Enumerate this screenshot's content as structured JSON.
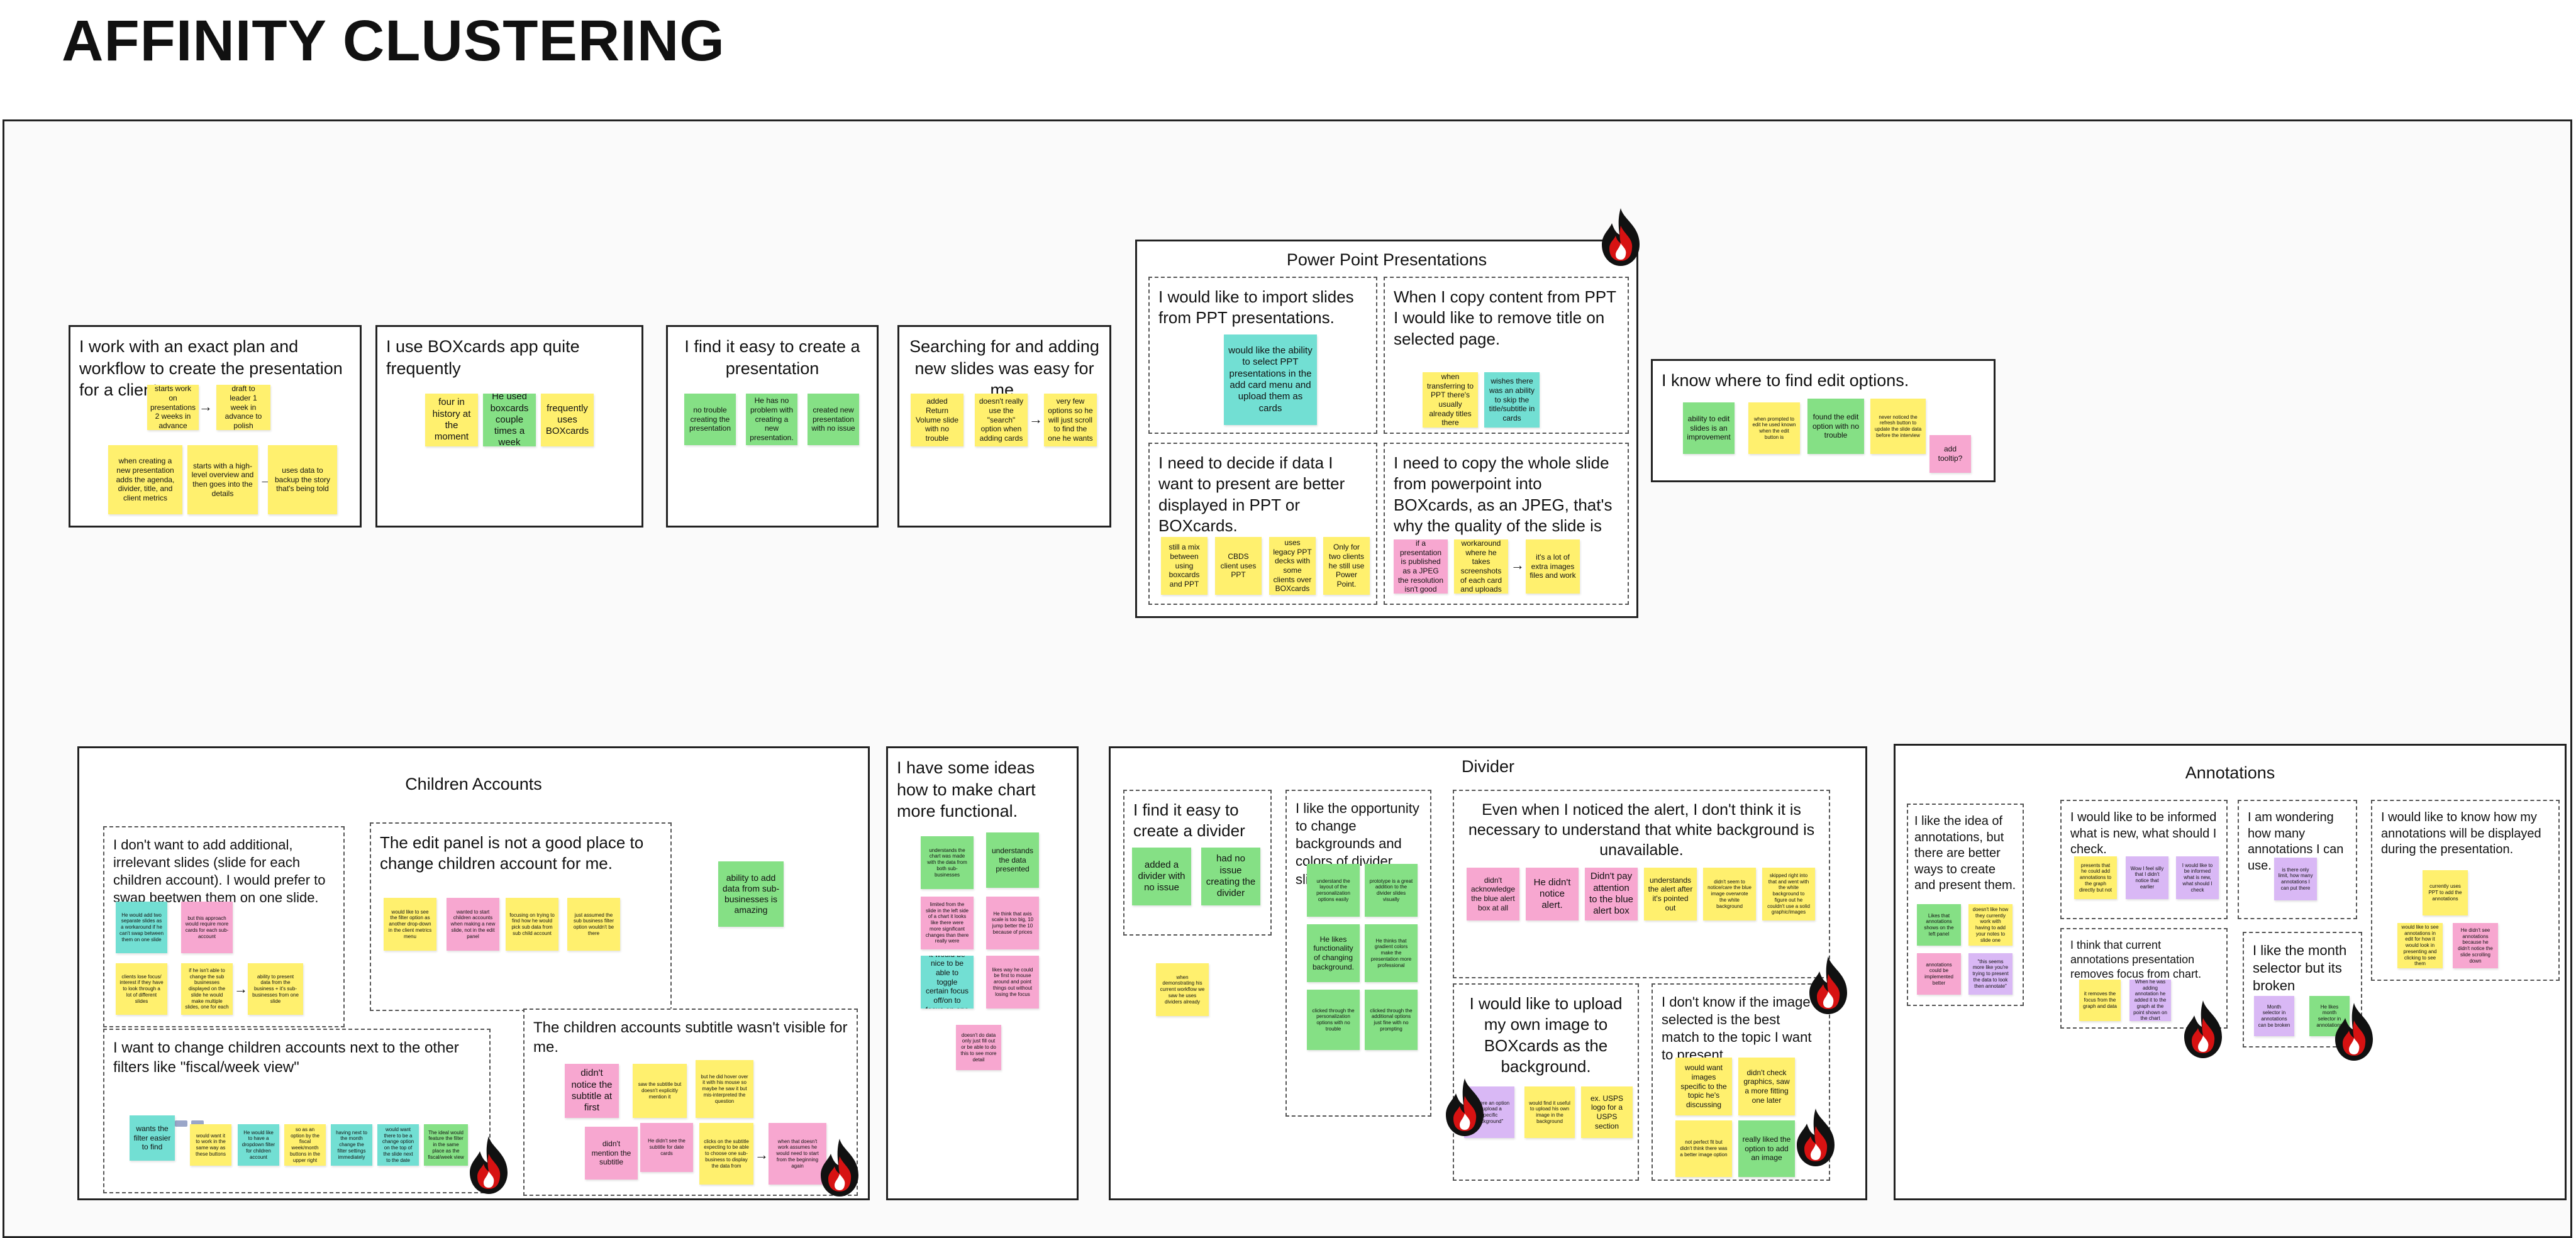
{
  "page_title": "AFFINITY CLUSTERING",
  "frames": [
    {
      "id": "exact-plan",
      "title": "I work with an exact plan and workflow to create the presentation for a client.",
      "stickies": [
        {
          "text": "starts work on presentations 2 weeks in advance",
          "color": "yellow"
        },
        {
          "text": "presents a draft to leader 1 week in advance to polish everything up",
          "color": "yellow"
        },
        {
          "text": "when creating a new presentation adds the agenda, divider, title, and client metrics",
          "color": "yellow"
        },
        {
          "text": "starts with a high-level overview and then goes into the details",
          "color": "yellow"
        },
        {
          "text": "uses data to backup the story that's being told",
          "color": "yellow"
        }
      ]
    },
    {
      "id": "boxcards-app",
      "title": "I use BOXcards app quite frequently",
      "stickies": [
        {
          "text": "four in history at the moment",
          "color": "yellow"
        },
        {
          "text": "He used boxcards couple times a week",
          "color": "green"
        },
        {
          "text": "frequently uses BOXcards",
          "color": "yellow"
        }
      ]
    },
    {
      "id": "easy-create",
      "title": "I find it easy to create a presentation",
      "stickies": [
        {
          "text": "no trouble creating the presentation",
          "color": "green"
        },
        {
          "text": "He has no problem with creating a new presentation.",
          "color": "green"
        },
        {
          "text": "created new presentation with no issue",
          "color": "green"
        }
      ]
    },
    {
      "id": "searching",
      "title": "Searching for and adding new slides was easy for me.",
      "stickies": [
        {
          "text": "added Return Volume slide with no trouble",
          "color": "yellow"
        },
        {
          "text": "doesn't really use the \"search\" option when adding cards",
          "color": "yellow"
        },
        {
          "text": "very few options so he will just scroll to find the one he wants",
          "color": "yellow"
        }
      ]
    },
    {
      "id": "ppt",
      "title": "Power Point Presentations",
      "groups": [
        {
          "title": "I would like to import slides from PPT presentations.",
          "stickies": [
            {
              "text": "would like the ability to select PPT presentations in the add card menu and upload them as cards",
              "color": "teal"
            }
          ]
        },
        {
          "title": "When I copy content from PPT I would like to remove title on selected page.",
          "stickies": [
            {
              "text": "when transferring to PPT there's usually already titles there",
              "color": "yellow"
            },
            {
              "text": "wishes there was an ability to skip the title/subtitle in cards",
              "color": "teal"
            }
          ]
        },
        {
          "title": "I need to decide if data I want to present are better displayed in PPT or BOXcards.",
          "stickies": [
            {
              "text": "still a mix between using boxcards and PPT",
              "color": "yellow"
            },
            {
              "text": "CBDS client uses PPT",
              "color": "yellow"
            },
            {
              "text": "uses legacy PPT decks with some clients over BOXcards",
              "color": "yellow"
            },
            {
              "text": "Only for two clients he still use Power Point.",
              "color": "yellow"
            }
          ]
        },
        {
          "title": "I need to copy the whole slide from powerpoint into BOXcards, as an JPEG, that's why the quality of the slide is bad",
          "stickies": [
            {
              "text": "if a presentation is published as a JPEG the resolution isn't good",
              "color": "pink"
            },
            {
              "text": "has a workaround where he takes screenshots of each card and uploads those",
              "color": "yellow"
            },
            {
              "text": "it's a lot of extra images files and work",
              "color": "yellow"
            }
          ]
        }
      ]
    },
    {
      "id": "edit-options",
      "title": "I know where to find edit options.",
      "stickies": [
        {
          "text": "ability to edit slides is an improvement",
          "color": "green"
        },
        {
          "text": "when prompted to edit he used known when the edit button is",
          "color": "yellow"
        },
        {
          "text": "found the edit option with no trouble",
          "color": "green"
        },
        {
          "text": "never noticed the refresh button to update the slide data before the interview",
          "color": "yellow"
        },
        {
          "text": "add tooltip?",
          "color": "pink"
        }
      ]
    },
    {
      "id": "children",
      "title": "Children Accounts",
      "groups": [
        {
          "title": "I don't want to add additional, irrelevant slides (slide for each children account). I would prefer to swap beetwen them on one slide.",
          "stickies": [
            {
              "text": "He would add two separate slides as a workaround if he can't swap between them on one slide",
              "color": "teal"
            },
            {
              "text": "but this approach would require more cards for each sub-account",
              "color": "pink"
            },
            {
              "text": "clients lose focus/ interest if they have to look through a lot of different slides",
              "color": "yellow"
            },
            {
              "text": "if he isn't able to change the sub businesses displayed on the slide he would make multiple slides, one for each",
              "color": "yellow"
            },
            {
              "text": "ability to present data from the business + it's sub-businesses from one slide",
              "color": "yellow"
            }
          ]
        },
        {
          "title": "The edit panel is not a good place to change children account for me.",
          "stickies": [
            {
              "text": "would like to see the filter option as another drop-down in the client metrics menu",
              "color": "yellow"
            },
            {
              "text": "wanted to start children accounts when making a new slide, not in the edit panel",
              "color": "pink"
            },
            {
              "text": "focusing on trying to find how he would pick sub data from sub child account",
              "color": "yellow"
            },
            {
              "text": "just assumed the sub business filter option wouldn't be there",
              "color": "yellow"
            }
          ]
        },
        {
          "title": "I want to change children accounts next to the other filters like \"fiscal/week view\"",
          "stickies": [
            {
              "text": "wants the filter easier to find",
              "color": "teal"
            },
            {
              "text": "would want it to work in the same way as these buttons",
              "color": "yellow"
            },
            {
              "text": "He would like to have a dropdown filter for children account",
              "color": "teal"
            },
            {
              "text": "so as an option by the fiscal week/month buttons in the upper right",
              "color": "yellow"
            },
            {
              "text": "having next to the month change the filter settings immediately",
              "color": "teal"
            },
            {
              "text": "would want there to be a change option on the top of the slide next to the date",
              "color": "teal"
            },
            {
              "text": "The ideal would feature the filter in the same place as the fiscal/week view",
              "color": "green"
            }
          ]
        },
        {
          "title": "The children accounts subtitle wasn't visible for me.",
          "stickies": [
            {
              "text": "didn't notice the subtitle at first",
              "color": "pink"
            },
            {
              "text": "saw the subtitle but doesn't explicitly mention it",
              "color": "yellow"
            },
            {
              "text": "but he did hover over it with his mouse so maybe he saw it but mis-interpreted the question",
              "color": "yellow"
            },
            {
              "text": "didn't mention the subtitle",
              "color": "pink"
            },
            {
              "text": "He didn't see the subtitle for date cards",
              "color": "pink"
            },
            {
              "text": "clicks on the subtitle expecting to be able to choose one sub-business to display the data from",
              "color": "yellow"
            },
            {
              "text": "when that doesn't work assumes he would need to start from the beginning again",
              "color": "pink"
            }
          ]
        }
      ],
      "stickies": [
        {
          "text": "ability to add data from sub-businesses is amazing",
          "color": "green"
        }
      ]
    },
    {
      "id": "chart-ideas",
      "title": "I have some ideas how to make chart more functional.",
      "stickies": [
        {
          "text": "understands the chart was made with the data from both sub-businesses",
          "color": "green"
        },
        {
          "text": "understands the data presented",
          "color": "green"
        },
        {
          "text": "limited from the slide in the left side of a chart it looks like there were more significant changes than there really were",
          "color": "pink"
        },
        {
          "text": "He think that axis scale is too big, 10 jump better the 10 because of prices",
          "color": "pink"
        },
        {
          "text": "it would be nice to be able to toggle certain focus off/on to focus on one",
          "color": "teal"
        },
        {
          "text": "likes way he could be first to mouse around and point things out without losing the focus",
          "color": "pink"
        },
        {
          "text": "doesn't do data only just fill out or be able to do this to see more detail",
          "color": "pink"
        }
      ]
    },
    {
      "id": "divider",
      "title": "Divider",
      "groups": [
        {
          "title": "I find it easy to create a divider",
          "stickies": [
            {
              "text": "added a divider with no issue",
              "color": "green"
            },
            {
              "text": "had no issue creating the divider",
              "color": "green"
            }
          ]
        },
        {
          "title": "I like the opportunity to change backgrounds and colors of divider slide.",
          "stickies": [
            {
              "text": "understand the layout of the personalization options easily",
              "color": "green"
            },
            {
              "text": "prototype is a great addition to the divider slides visually",
              "color": "green"
            },
            {
              "text": "He likes functionality of changing background.",
              "color": "green"
            },
            {
              "text": "He thinks that gradient colors make the presentation more professional",
              "color": "green"
            },
            {
              "text": "clicked through the personalization options with no trouble",
              "color": "green"
            },
            {
              "text": "clicked through the additional options just fine with no prompting",
              "color": "green"
            }
          ]
        },
        {
          "title": "Even when I noticed the alert, I don't think it is necessary to understand that white background is unavailable.",
          "stickies": [
            {
              "text": "didn't acknowledge the blue alert box at all",
              "color": "pink"
            },
            {
              "text": "He didn't notice alert.",
              "color": "pink"
            },
            {
              "text": "Didn't pay attention to the blue alert box",
              "color": "pink"
            },
            {
              "text": "understands the alert after it's pointed out",
              "color": "yellow"
            },
            {
              "text": "didn't seem to notice/care the blue image overwrote the white background",
              "color": "yellow"
            },
            {
              "text": "skipped right into that and went with the white background to figure out he couldn't use a solid graphic/images",
              "color": "yellow"
            }
          ]
        },
        {
          "title": "I would like to upload my own image to BOXcards as the background.",
          "stickies": [
            {
              "text": "\"is there an option to upload a specific background\"",
              "color": "violet"
            },
            {
              "text": "would find it useful to upload his own image in the background",
              "color": "yellow"
            },
            {
              "text": "ex. USPS logo for a USPS section",
              "color": "yellow"
            }
          ]
        },
        {
          "title": "I don't know if the image I selected is the best match to the topic I want to present.",
          "stickies": [
            {
              "text": "would want images specific to the topic he's discussing",
              "color": "yellow"
            },
            {
              "text": "didn't check graphics, saw a more fitting one later",
              "color": "yellow"
            },
            {
              "text": "not perfect fit but didn't think there was a better image option",
              "color": "yellow"
            },
            {
              "text": "really liked the option to add an image",
              "color": "green"
            }
          ]
        }
      ],
      "stickies": [
        {
          "text": "when demonstrating his current workflow we saw he uses dividers already",
          "color": "yellow"
        }
      ]
    },
    {
      "id": "annotations",
      "title": "Annotations",
      "groups": [
        {
          "title": "I like the idea of annotations, but there are better ways to create and present them.",
          "stickies": [
            {
              "text": "Likes that annotations shows on the left panel",
              "color": "green"
            },
            {
              "text": "doesn't like how they currently work with having to add your notes to slide one",
              "color": "yellow"
            },
            {
              "text": "annotations could be implemented better",
              "color": "pink"
            },
            {
              "text": "\"this seems more like you're trying to present the data to look then annotate\"",
              "color": "violet"
            }
          ]
        },
        {
          "title": "I would like to be informed what is new, what should I check.",
          "stickies": [
            {
              "text": "presents that he could add annotations to the graph directly but not",
              "color": "yellow"
            },
            {
              "text": "Wow I feel silly that I didn't notice that earlier",
              "color": "violet"
            },
            {
              "text": "I would like to be informed what is new, what should I check",
              "color": "violet"
            }
          ]
        },
        {
          "title": "I am wondering how many annotations I can use.",
          "stickies": [
            {
              "text": "is there only limit, how many annotations I can put there",
              "color": "violet"
            }
          ]
        },
        {
          "title": "I would like to know how my annotations will be displayed during the presentation.",
          "stickies": [
            {
              "text": "currently uses PPT to add the annotations",
              "color": "yellow"
            },
            {
              "text": "would like to see annotations in edit for how it would look in presenting and clicking to see them",
              "color": "yellow"
            },
            {
              "text": "He didn't see annotations because he didn't notice the slide scrolling down",
              "color": "pink"
            }
          ]
        },
        {
          "title": "I think that current annotations presentation removes focus from chart.",
          "stickies": [
            {
              "text": "it removes the focus from the graph and data",
              "color": "yellow"
            },
            {
              "text": "When he was adding annotation he added it to the graph at the point shown on the chart",
              "color": "violet"
            }
          ]
        },
        {
          "title": "I like the month selector but its broken",
          "stickies": [
            {
              "text": "Month selector in annotations can be broken",
              "color": "violet"
            },
            {
              "text": "He likes month selector in annotations",
              "color": "green"
            }
          ]
        }
      ]
    }
  ],
  "colors": {
    "yellow": "#fff06e",
    "green": "#85e085",
    "pink": "#f7a7d0",
    "teal": "#72dfd3",
    "violet": "#d9b8f5"
  },
  "icons": [
    "fire-icon",
    "arrow-right-icon"
  ]
}
